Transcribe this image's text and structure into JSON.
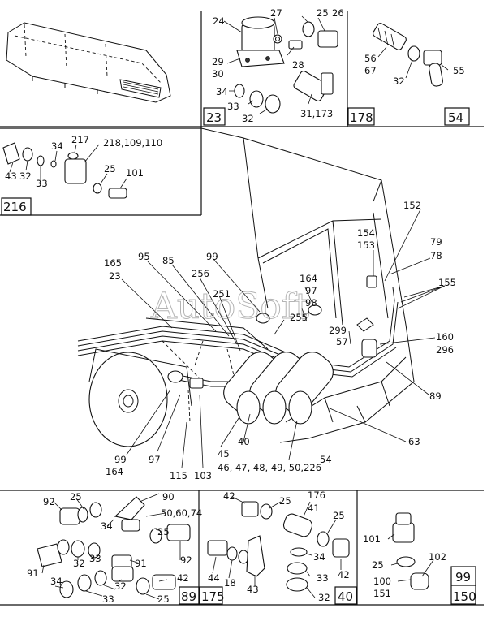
{
  "watermark": "AutoSoft",
  "panels": {
    "p23": {
      "ref": "23",
      "labels": [
        "24",
        "27",
        "25",
        "26",
        "29",
        "30",
        "28",
        "34",
        "33",
        "32",
        "31,173"
      ]
    },
    "p178": {
      "ref": "178"
    },
    "p54": {
      "ref": "54",
      "labels": [
        "56",
        "67",
        "32",
        "55"
      ]
    },
    "p216": {
      "ref": "216",
      "labels": [
        "217",
        "218,109,110",
        "34",
        "43",
        "32",
        "33",
        "25",
        "101"
      ]
    },
    "main": {
      "labels": [
        "152",
        "154",
        "153",
        "79",
        "78",
        "155",
        "165",
        "23",
        "95",
        "85",
        "256",
        "251",
        "99",
        "164",
        "97",
        "98",
        "255",
        "299",
        "57",
        "160",
        "296",
        "89",
        "63",
        "99",
        "164",
        "97",
        "115",
        "103",
        "45",
        "40",
        "46, 47, 48, 49, 50,226",
        "54"
      ]
    },
    "p89": {
      "ref": "89",
      "labels": [
        "92",
        "25",
        "90",
        "50,60,74",
        "34",
        "25",
        "91",
        "32",
        "33",
        "91",
        "92",
        "34",
        "32",
        "33",
        "42",
        "25"
      ]
    },
    "p175": {
      "ref": "175",
      "labels": [
        "42",
        "25",
        "44",
        "18",
        "43"
      ]
    },
    "p40": {
      "ref": "40",
      "labels": [
        "176",
        "41",
        "25",
        "34",
        "33",
        "42",
        "32"
      ]
    },
    "p99": {
      "ref_top": "99",
      "ref_bottom": "150",
      "labels": [
        "101",
        "25",
        "100",
        "151",
        "102"
      ]
    }
  }
}
